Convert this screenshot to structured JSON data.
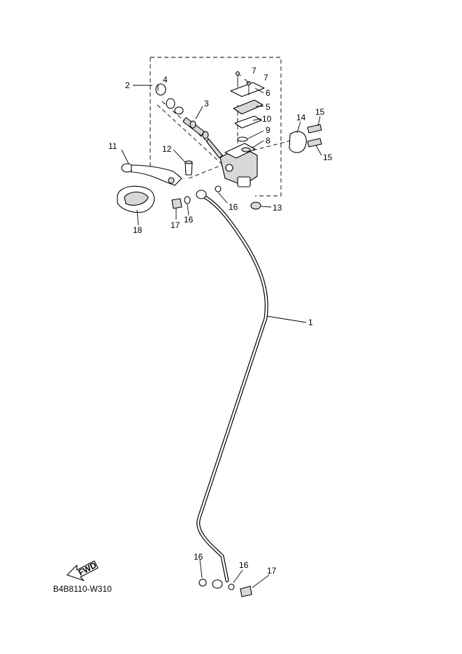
{
  "diagram": {
    "code": "B4B8110-W310",
    "fwd_label": "FWD",
    "callouts": [
      {
        "id": "c1",
        "text": "1"
      },
      {
        "id": "c2",
        "text": "2"
      },
      {
        "id": "c3",
        "text": "3"
      },
      {
        "id": "c4",
        "text": "4"
      },
      {
        "id": "c5",
        "text": "5"
      },
      {
        "id": "c6",
        "text": "6"
      },
      {
        "id": "c7a",
        "text": "7"
      },
      {
        "id": "c7b",
        "text": "7"
      },
      {
        "id": "c8",
        "text": "8"
      },
      {
        "id": "c9",
        "text": "9"
      },
      {
        "id": "c10",
        "text": "10"
      },
      {
        "id": "c11",
        "text": "11"
      },
      {
        "id": "c12",
        "text": "12"
      },
      {
        "id": "c13",
        "text": "13"
      },
      {
        "id": "c14",
        "text": "14"
      },
      {
        "id": "c15a",
        "text": "15"
      },
      {
        "id": "c15b",
        "text": "15"
      },
      {
        "id": "c16a",
        "text": "16"
      },
      {
        "id": "c16b",
        "text": "16"
      },
      {
        "id": "c16c",
        "text": "16"
      },
      {
        "id": "c16d",
        "text": "16"
      },
      {
        "id": "c17a",
        "text": "17"
      },
      {
        "id": "c17b",
        "text": "17"
      },
      {
        "id": "c18",
        "text": "18"
      }
    ]
  }
}
